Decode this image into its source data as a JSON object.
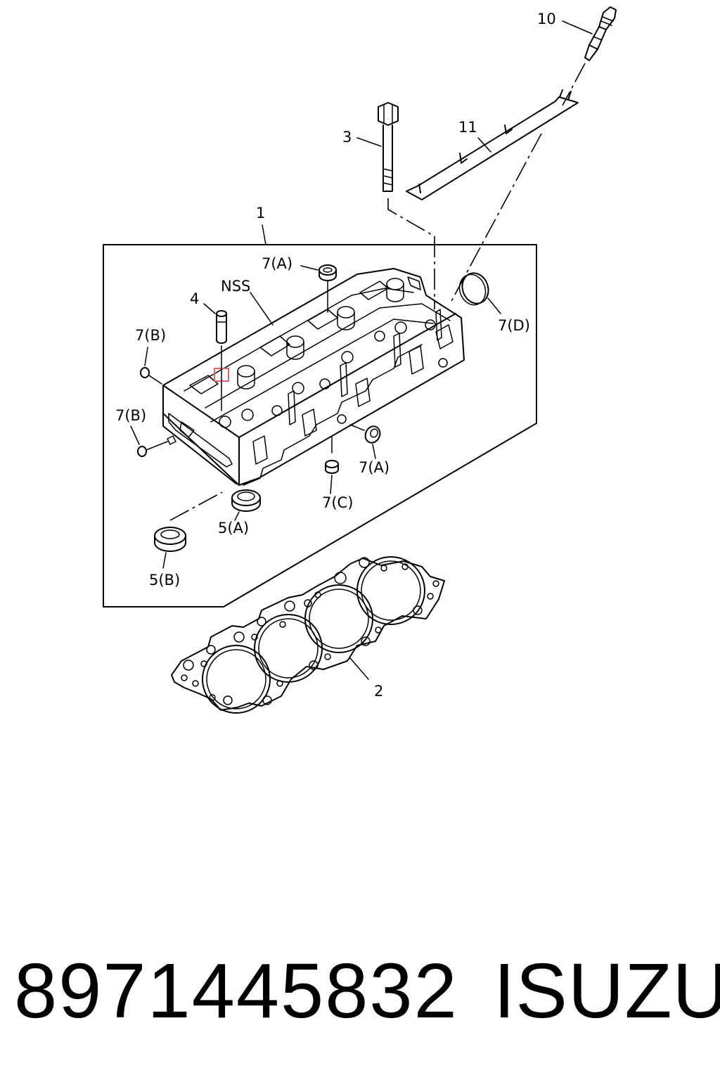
{
  "callouts": {
    "c10": "10",
    "c11": "11",
    "c3": "3",
    "c1": "1",
    "c7a_top": "7(A)",
    "cnss": "NSS",
    "c4": "4",
    "c7d": "7(D)",
    "c7b_upper": "7(B)",
    "c7b_lower": "7(B)",
    "c7a_lower": "7(A)",
    "c7c": "7(C)",
    "c5a": "5(A)",
    "c5b": "5(B)",
    "c2": "2"
  },
  "footer": {
    "part_number": "8971445832",
    "brand": "ISUZU"
  },
  "colors": {
    "line": "#000000",
    "highlight": "#e06666",
    "background": "#ffffff"
  }
}
